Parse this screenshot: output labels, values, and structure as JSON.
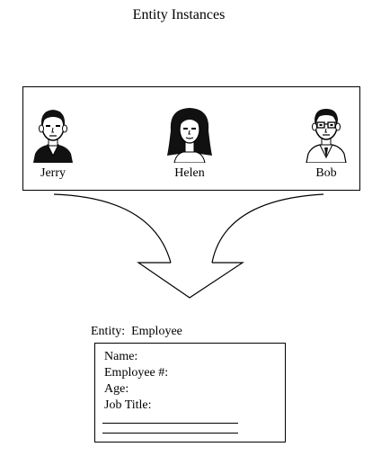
{
  "title": "Entity Instances",
  "instances": [
    {
      "name": "Jerry",
      "icon": "man-face-icon"
    },
    {
      "name": "Helen",
      "icon": "woman-face-icon"
    },
    {
      "name": "Bob",
      "icon": "man-with-glasses-face-icon"
    }
  ],
  "entity": {
    "label": "Entity:  Employee",
    "attributes": [
      "Name:",
      "Employee #:",
      "Age:",
      "Job Title:"
    ]
  },
  "colors": {
    "line": "#000000",
    "background": "#ffffff"
  }
}
